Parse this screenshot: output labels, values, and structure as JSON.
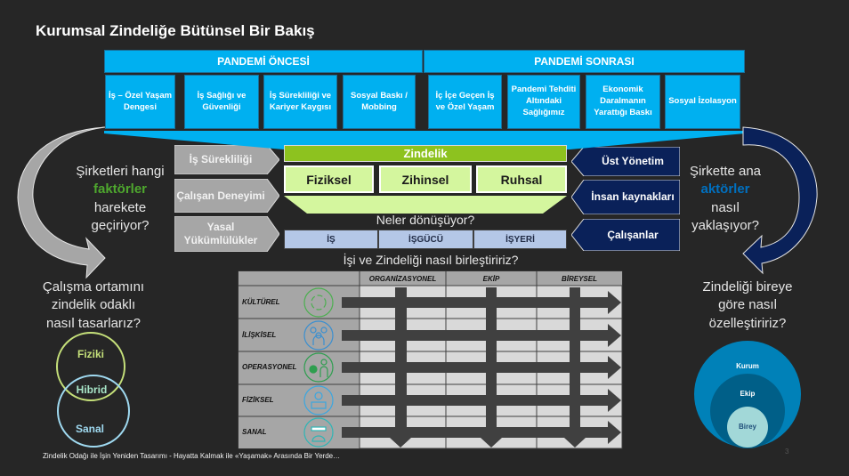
{
  "title": "Kurumsal Zindeliğe Bütünsel Bir Bakış",
  "pandemic": {
    "before": {
      "label": "PANDEMİ ÖNCESİ",
      "items": [
        "İş – Özel Yaşam Dengesi",
        "İş Sağlığı ve Güvenliği",
        "İş Sürekliliği ve Kariyer Kaygısı",
        "Sosyal Baskı / Mobbing"
      ]
    },
    "after": {
      "label": "PANDEMİ SONRASI",
      "items": [
        "İç İçe Geçen İş ve Özel Yaşam",
        "Pandemi Tehditi Altındaki Sağlığımız",
        "Ekonomik Daralmanın Yarattığı Baskı",
        "Sosyal İzolasyon"
      ]
    }
  },
  "factors": [
    "İş Sürekliliği",
    "Çalışan Deneyimi",
    "Yasal Yükümlülükler"
  ],
  "actors": [
    "Üst Yönetim",
    "İnsan kaynakları",
    "Çalışanlar"
  ],
  "wellness": {
    "title": "Zindelik",
    "items": [
      "Fiziksel",
      "Zihinsel",
      "Ruhsal"
    ]
  },
  "transform": {
    "question": "Neler dönüşüyor?",
    "items": [
      "İŞ",
      "İŞGÜCÜ",
      "İŞYERİ"
    ]
  },
  "integrate_question": "İşi ve Zindeliği nasıl birleştiririz?",
  "left_question": {
    "before": "Şirketleri hangi",
    "highlight": "faktörler",
    "after1": "harekete",
    "after2": "geçiriyor?"
  },
  "right_question": {
    "before": "Şirkette ana",
    "highlight": "aktörler",
    "after1": "nasıl",
    "after2": "yaklaşıyor?"
  },
  "design_question": [
    "Çalışma ortamını",
    "zindelik odaklı",
    "nasıl tasarlarız?"
  ],
  "venn": [
    "Fiziki",
    "Hibrid",
    "Sanal"
  ],
  "personal_question": [
    "Zindeliği bireye",
    "göre nasıl",
    "özelleştiririz?"
  ],
  "nested": [
    "Kurum",
    "Ekip",
    "Birey"
  ],
  "grid": {
    "columns": [
      "ORGANİZASYONEL",
      "EKİP",
      "BİREYSEL"
    ],
    "rows": [
      {
        "label": "KÜLTÜREL",
        "icon": "cycle-icon"
      },
      {
        "label": "İLİŞKİSEL",
        "icon": "people-icon"
      },
      {
        "label": "OPERASYONEL",
        "icon": "gear-person-icon"
      },
      {
        "label": "FİZİKSEL",
        "icon": "person-laptop-icon"
      },
      {
        "label": "SANAL",
        "icon": "vr-headset-icon"
      }
    ]
  },
  "footer": "Zindelik Odağı ile İşin Yeniden Tasarımı - Hayatta Kalmak ile «Yaşamak» Arasında Bir Yerde…",
  "page_number": "3",
  "colors": {
    "cyan": "#00b0f0",
    "green": "#8dc21f",
    "navy": "#002060",
    "highlight_green": "#4ea72e",
    "highlight_blue": "#0070c0"
  }
}
